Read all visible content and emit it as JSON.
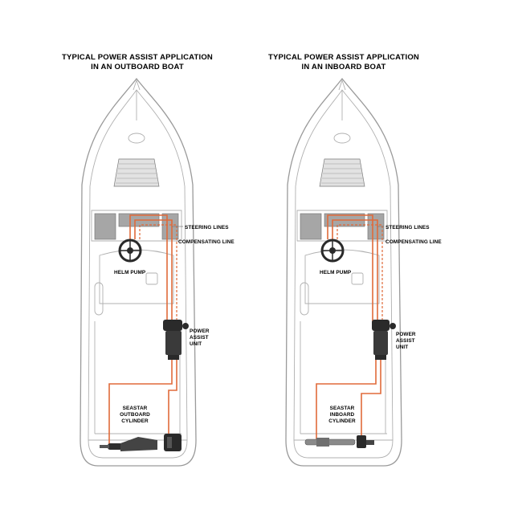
{
  "diagrams": [
    {
      "title_line1": "TYPICAL POWER ASSIST APPLICATION",
      "title_line2": "IN AN OUTBOARD BOAT",
      "steering_lines": "STEERING LINES",
      "compensating_line": "COMPENSATING LINE",
      "helm_pump": "HELM PUMP",
      "power_assist": [
        "POWER",
        "ASSIST",
        "UNIT"
      ],
      "cylinder": [
        "SEASTAR",
        "OUTBOARD",
        "CYLINDER"
      ]
    },
    {
      "title_line1": "TYPICAL POWER ASSIST APPLICATION",
      "title_line2": "IN AN INBOARD BOAT",
      "steering_lines": "STEERING LINES",
      "compensating_line": "COMPENSATING LINE",
      "helm_pump": "HELM PUMP",
      "power_assist": [
        "POWER",
        "ASSIST",
        "UNIT"
      ],
      "cylinder": [
        "SEASTAR",
        "INBOARD",
        "CYLINDER"
      ]
    }
  ],
  "colors": {
    "hydraulic_line": "#e06a3a",
    "hull_outline": "#9a9a9a",
    "deck_pad": "#5c5c5c",
    "component": "#2a2a2a"
  }
}
